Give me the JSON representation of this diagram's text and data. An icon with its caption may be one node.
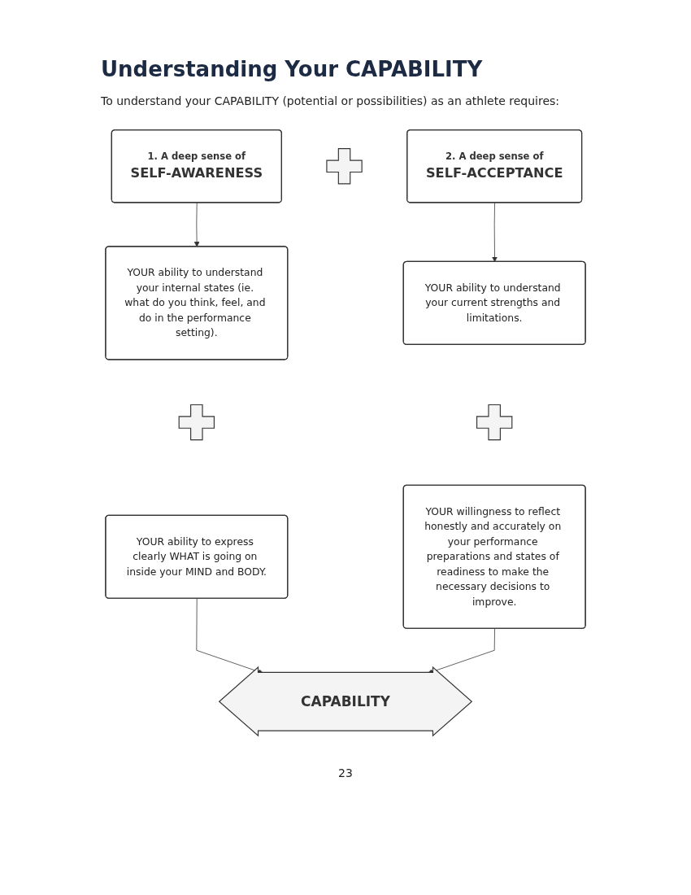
{
  "diagram": {
    "title": "Understanding Your CAPABILITY",
    "nodes": [
      {
        "text": [
          "1. A deep sense of",
          "SELF-AWARENESS"
        ]
      },
      {
        "text": [],
        "shape": "cross"
      },
      {
        "text": [
          "2. A deep sense of",
          "SELF-ACCEPTANCE"
        ]
      },
      {
        "text": [
          "YOUR ability to understand your internal states (ie. what do you think, feel, and do in the performance setting)."
        ]
      },
      {
        "text": [
          "YOUR ability to understand your current strengths and limitations."
        ]
      },
      {
        "text": [],
        "shape": "cross"
      },
      {
        "text": [],
        "shape": "cross"
      },
      {
        "text": [
          "YOUR ability to express clearly WHAT is going on inside your MIND and BODY."
        ]
      },
      {
        "text": [
          "YOUR willingness to reflect honestly and accurately on your performance preparations and states of readiness to make the necessary decisions to improve."
        ]
      },
      {
        "text": [
          "CAPABILITY"
        ]
      }
    ],
    "edges": [
      {
        "from": 0,
        "to": 3,
        "arrow": "to"
      },
      {
        "from": 2,
        "to": 4,
        "arrow": "to"
      },
      {
        "from": 7,
        "to": 9,
        "arrow": "to"
      },
      {
        "from": 8,
        "to": 9,
        "arrow": "to"
      }
    ],
    "labels": [
      "To understand your CAPABILITY (potential or possibilities) as an athlete requires:",
      "23"
    ]
  }
}
